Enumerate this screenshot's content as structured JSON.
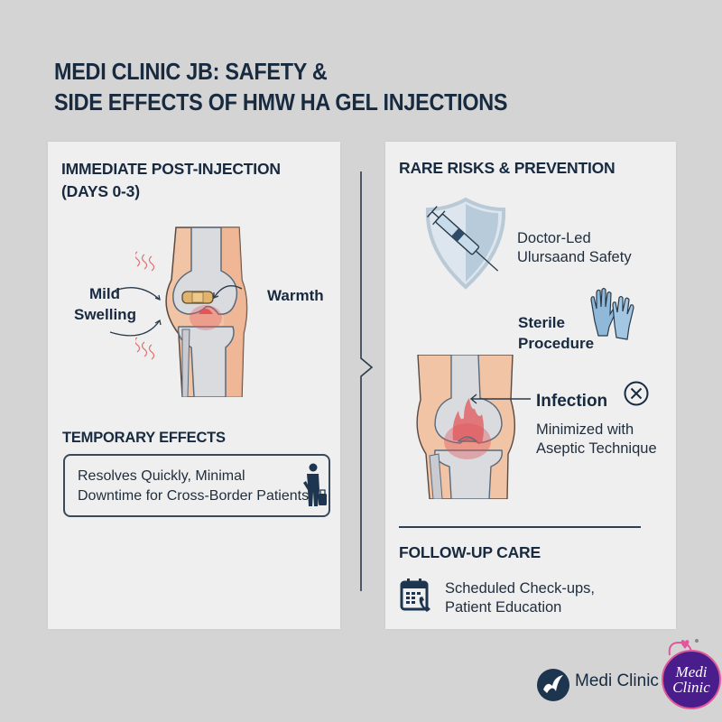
{
  "title": {
    "line1": "MEDI CLINIC JB: SAFETY &",
    "line2": "SIDE EFFECTS OF HMW HA GEL INJECTIONS"
  },
  "left_panel": {
    "heading_line1": "IMMEDIATE POST-INJECTION",
    "heading_line2": "(DAYS 0-3)",
    "illustration": {
      "label_swelling_1": "Mild",
      "label_swelling_2": "Swelling",
      "label_warmth": "Warmth"
    },
    "temporary_heading": "TEMPORARY EFFECTS",
    "temporary_text_line1": "Resolves Quickly, Minimal",
    "temporary_text_line2": "Downtime for Cross-Border Patients"
  },
  "right_panel": {
    "heading": "RARE RISKS & PREVENTION",
    "doctor_line1": "Doctor-Led",
    "doctor_line2": "Ulursaand Safety",
    "sterile_line1": "Sterile",
    "sterile_line2": "Procedure",
    "infection_title": "Infection",
    "infection_line1": "Minimized with",
    "infection_line2": "Aseptic Technique",
    "followup_heading": "FOLLOW-UP CARE",
    "followup_line1": "Scheduled Check-ups,",
    "followup_line2": "Patient Education"
  },
  "footer": {
    "brand_text": "Medi Clinic",
    "badge_line1": "Medi",
    "badge_line2": "Clinic"
  },
  "colors": {
    "background": "#d4d4d4",
    "panel": "#efefef",
    "navy": "#172a40",
    "skin": "#f2c4a6",
    "bone": "#d9dbdf",
    "inflammation": "#e2555a",
    "glove_blue": "#8fb8d9",
    "badge_purple": "#4a1d8c",
    "badge_pink": "#e0579a"
  }
}
